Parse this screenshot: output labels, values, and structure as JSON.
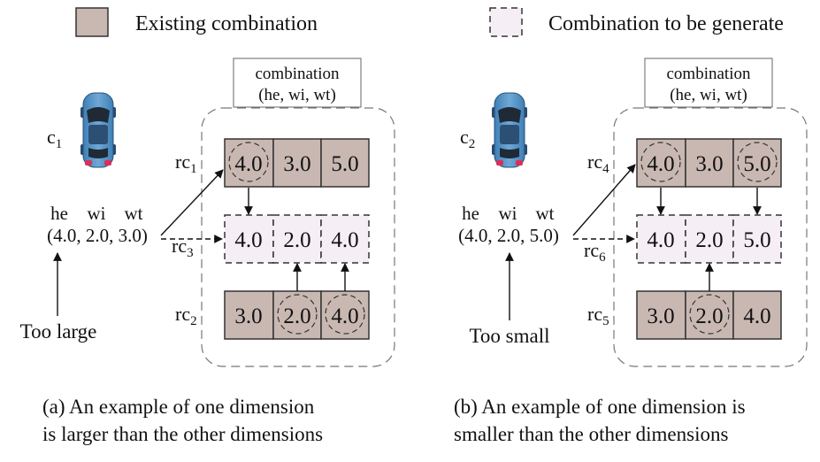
{
  "legend": {
    "existing_label": "Existing combination",
    "generate_label": "Combination to be generate",
    "existing_color": "#c9b8b2",
    "generate_color": "#f6eef5"
  },
  "panels": [
    {
      "id": "a",
      "car_label": "c",
      "car_sub": "1",
      "combo_title": "combination",
      "combo_dims": "(he, wi, wt)",
      "dim_header": [
        "he",
        "wi",
        "wt"
      ],
      "input_values": "(4.0, 2.0, 3.0)",
      "note": "Too large",
      "rows": [
        {
          "name": "rc",
          "sub": "1",
          "type": "existing",
          "cells": [
            "4.0",
            "3.0",
            "5.0"
          ],
          "circled": [
            true,
            false,
            false
          ]
        },
        {
          "name": "rc",
          "sub": "3",
          "type": "generate",
          "cells": [
            "4.0",
            "2.0",
            "4.0"
          ],
          "circled": [
            false,
            false,
            false
          ]
        },
        {
          "name": "rc",
          "sub": "2",
          "type": "existing",
          "cells": [
            "3.0",
            "2.0",
            "4.0"
          ],
          "circled": [
            false,
            true,
            true
          ]
        }
      ],
      "caption_line1": "(a) An example of one dimension",
      "caption_line2": "is larger than the other dimensions"
    },
    {
      "id": "b",
      "car_label": "c",
      "car_sub": "2",
      "combo_title": "combination",
      "combo_dims": "(he, wi, wt)",
      "dim_header": [
        "he",
        "wi",
        "wt"
      ],
      "input_values": "(4.0, 2.0, 5.0)",
      "note": "Too small",
      "rows": [
        {
          "name": "rc",
          "sub": "4",
          "type": "existing",
          "cells": [
            "4.0",
            "3.0",
            "5.0"
          ],
          "circled": [
            true,
            false,
            true
          ]
        },
        {
          "name": "rc",
          "sub": "6",
          "type": "generate",
          "cells": [
            "4.0",
            "2.0",
            "5.0"
          ],
          "circled": [
            false,
            false,
            false
          ]
        },
        {
          "name": "rc",
          "sub": "5",
          "type": "existing",
          "cells": [
            "3.0",
            "2.0",
            "4.0"
          ],
          "circled": [
            false,
            true,
            false
          ]
        }
      ],
      "caption_line1": "(b) An example of one dimension is",
      "caption_line2": "smaller than the other dimensions"
    }
  ]
}
